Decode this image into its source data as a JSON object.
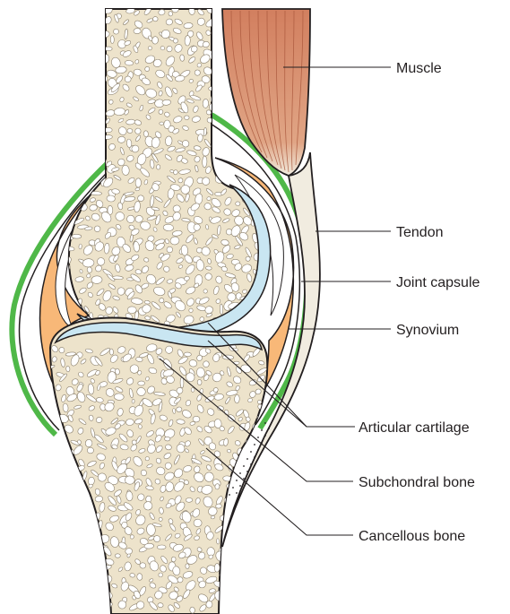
{
  "labels": {
    "muscle": "Muscle",
    "tendon": "Tendon",
    "joint_capsule": "Joint capsule",
    "synovium": "Synovium",
    "articular_cartilage": "Articular cartilage",
    "subchondral_bone": "Subchondral bone",
    "cancellous_bone": "Cancellous bone"
  },
  "colors": {
    "bone": "#ede3cb",
    "pore": "#ffffff",
    "cartilage": "#c9e6f2",
    "synovium": "#f8b878",
    "capsule": "#4fb848",
    "muscle": "#d88a6a",
    "tendon": "#f1ece0",
    "outline": "#231f20"
  }
}
